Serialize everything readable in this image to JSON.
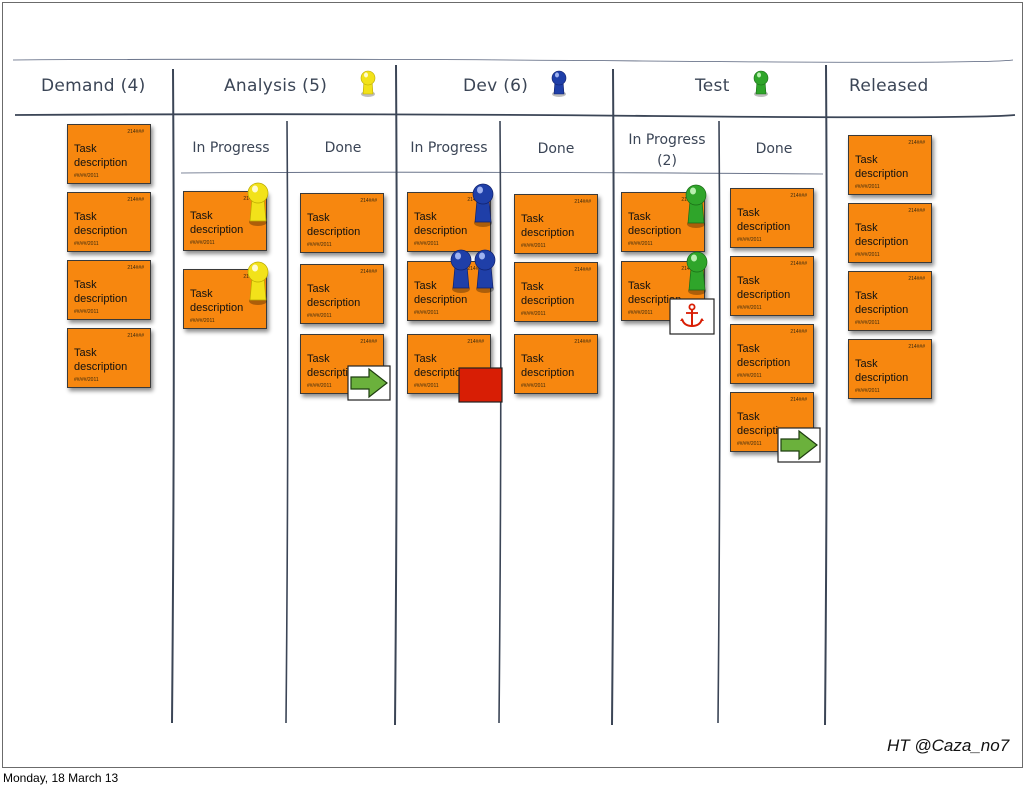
{
  "board": {
    "columns": [
      {
        "id": "demand",
        "label": "Demand (4)"
      },
      {
        "id": "analysis",
        "label": "Analysis (5)",
        "pin": "yellow"
      },
      {
        "id": "dev",
        "label": "Dev (6)",
        "pin": "blue"
      },
      {
        "id": "test",
        "label": "Test",
        "pin": "green"
      },
      {
        "id": "released",
        "label": "Released"
      }
    ],
    "sub_columns": {
      "analysis_in_progress": "In Progress",
      "analysis_done": "Done",
      "dev_in_progress": "In Progress",
      "dev_done": "Done",
      "test_in_progress_line1": "In Progress",
      "test_in_progress_line2": "(2)",
      "test_done": "Done"
    },
    "card": {
      "line1": "Task",
      "line2": "description",
      "id": "214###",
      "date": "##/##/2011"
    },
    "colors": {
      "card": "#f7870f",
      "pin_yellow": "#f2e21a",
      "pin_blue": "#1f3fa8",
      "pin_green": "#2fa52a",
      "blocker": "#d81e05",
      "arrow": "#6bb13c",
      "line": "#3b4556"
    }
  },
  "credit": "HT @Caza_no7",
  "footer": "Monday, 18 March 13"
}
